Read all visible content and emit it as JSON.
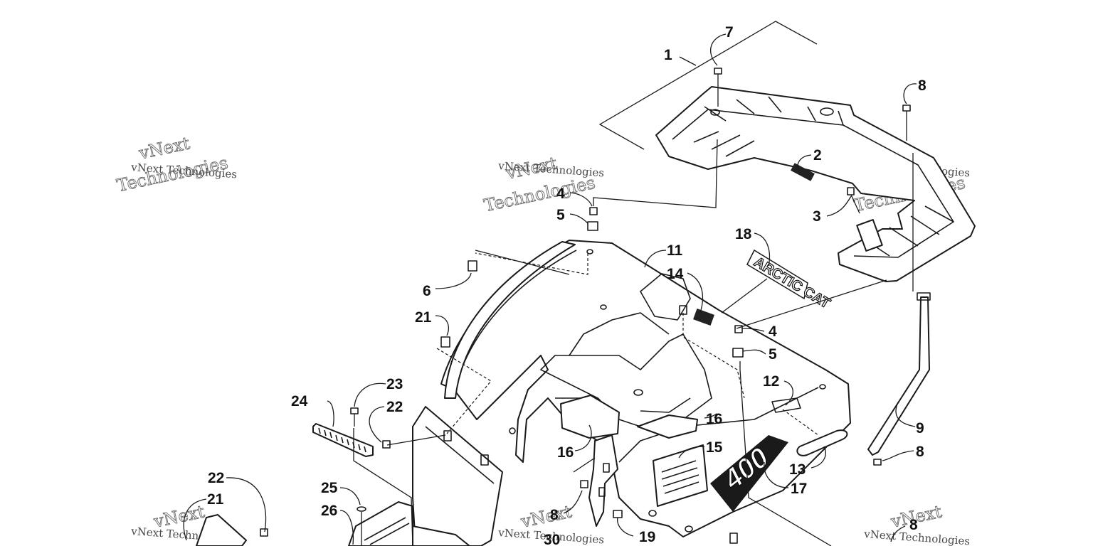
{
  "diagram": {
    "callouts": [
      {
        "id": "c1",
        "label": "1"
      },
      {
        "id": "c2",
        "label": "2"
      },
      {
        "id": "c3",
        "label": "3"
      },
      {
        "id": "c4a",
        "label": "4"
      },
      {
        "id": "c4b",
        "label": "4"
      },
      {
        "id": "c5a",
        "label": "5"
      },
      {
        "id": "c5b",
        "label": "5"
      },
      {
        "id": "c6",
        "label": "6"
      },
      {
        "id": "c7",
        "label": "7"
      },
      {
        "id": "c8a",
        "label": "8"
      },
      {
        "id": "c8b",
        "label": "8"
      },
      {
        "id": "c8c",
        "label": "8"
      },
      {
        "id": "c8d",
        "label": "8"
      },
      {
        "id": "c9",
        "label": "9"
      },
      {
        "id": "c11",
        "label": "11"
      },
      {
        "id": "c12",
        "label": "12"
      },
      {
        "id": "c13",
        "label": "13"
      },
      {
        "id": "c14",
        "label": "14"
      },
      {
        "id": "c15",
        "label": "15"
      },
      {
        "id": "c16a",
        "label": "16"
      },
      {
        "id": "c16b",
        "label": "16"
      },
      {
        "id": "c17",
        "label": "17"
      },
      {
        "id": "c18",
        "label": "18"
      },
      {
        "id": "c19",
        "label": "19"
      },
      {
        "id": "c21a",
        "label": "21"
      },
      {
        "id": "c21b",
        "label": "21"
      },
      {
        "id": "c22a",
        "label": "22"
      },
      {
        "id": "c22b",
        "label": "22"
      },
      {
        "id": "c23",
        "label": "23"
      },
      {
        "id": "c24",
        "label": "24"
      },
      {
        "id": "c25",
        "label": "25"
      },
      {
        "id": "c26",
        "label": "26"
      },
      {
        "id": "c30",
        "label": "30"
      }
    ],
    "decals": {
      "brand": "ARCTIC CAT",
      "model": "400"
    },
    "watermark": {
      "small": "vNext Technologies",
      "large_top": "vNext",
      "large_bottom": "Technologies"
    }
  }
}
